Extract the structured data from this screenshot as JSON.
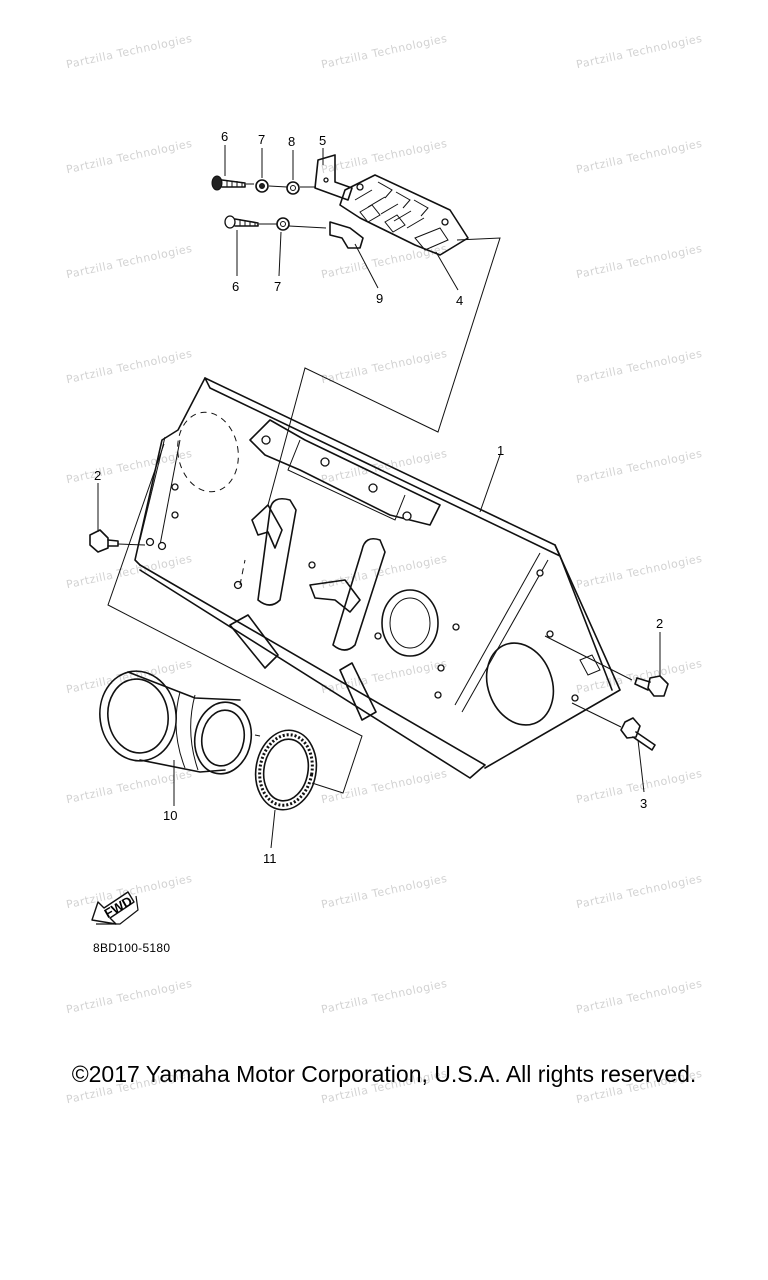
{
  "callouts": {
    "c1": "1",
    "c2a": "2",
    "c2b": "2",
    "c3": "3",
    "c4": "4",
    "c5": "5",
    "c6a": "6",
    "c6b": "6",
    "c7a": "7",
    "c7b": "7",
    "c8": "8",
    "c9": "9",
    "c10": "10",
    "c11": "11"
  },
  "fwd_label": "FWD",
  "diagram_code": "8BD100-5180",
  "copyright": "©2017 Yamaha Motor Corporation, U.S.A. All rights reserved.",
  "watermark": "Partzilla Technologies"
}
